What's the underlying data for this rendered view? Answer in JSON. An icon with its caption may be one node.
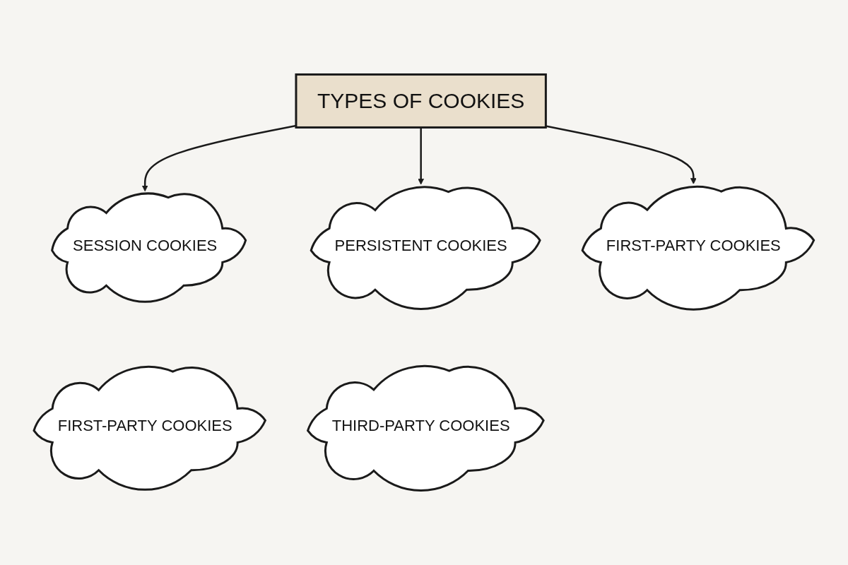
{
  "diagram": {
    "nodes": [
      {
        "text": [
          "TYPES OF COOKIES"
        ]
      },
      {
        "text": [
          "SESSION COOKIES"
        ]
      },
      {
        "text": [
          "PERSISTENT COOKIES"
        ]
      },
      {
        "text": [
          "FIRST-PARTY COOKIES"
        ]
      },
      {
        "text": [
          "FIRST-PARTY COOKIES"
        ]
      },
      {
        "text": [
          "THIRD-PARTY COOKIES"
        ]
      }
    ],
    "edges": [
      {
        "from": 0,
        "to": 1,
        "arrow": "to"
      },
      {
        "from": 0,
        "to": 3,
        "arrow": "to"
      },
      {
        "from": 0,
        "to": 2,
        "arrow": "to"
      }
    ]
  }
}
